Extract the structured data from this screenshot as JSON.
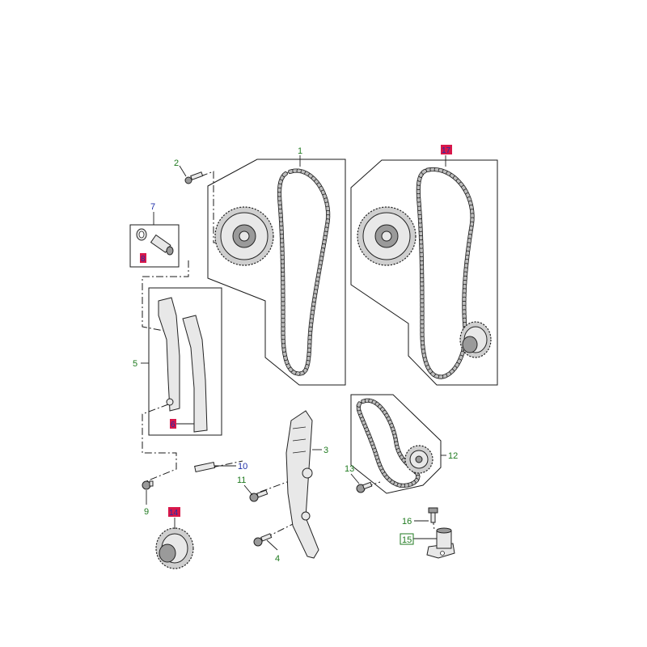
{
  "labels": {
    "p1": "1",
    "p2": "2",
    "p3": "3",
    "p4": "4",
    "p5": "5",
    "p6": "6",
    "p7": "7",
    "p8": "8",
    "p9": "9",
    "p10": "10",
    "p11": "11",
    "p12": "12",
    "p13": "13",
    "p14": "14",
    "p15": "15",
    "p16": "16",
    "p17": "17"
  },
  "colors": {
    "label_green": "#1f7a1f",
    "label_blue": "#1f2fa8",
    "highlight_red": "#d8174a"
  }
}
